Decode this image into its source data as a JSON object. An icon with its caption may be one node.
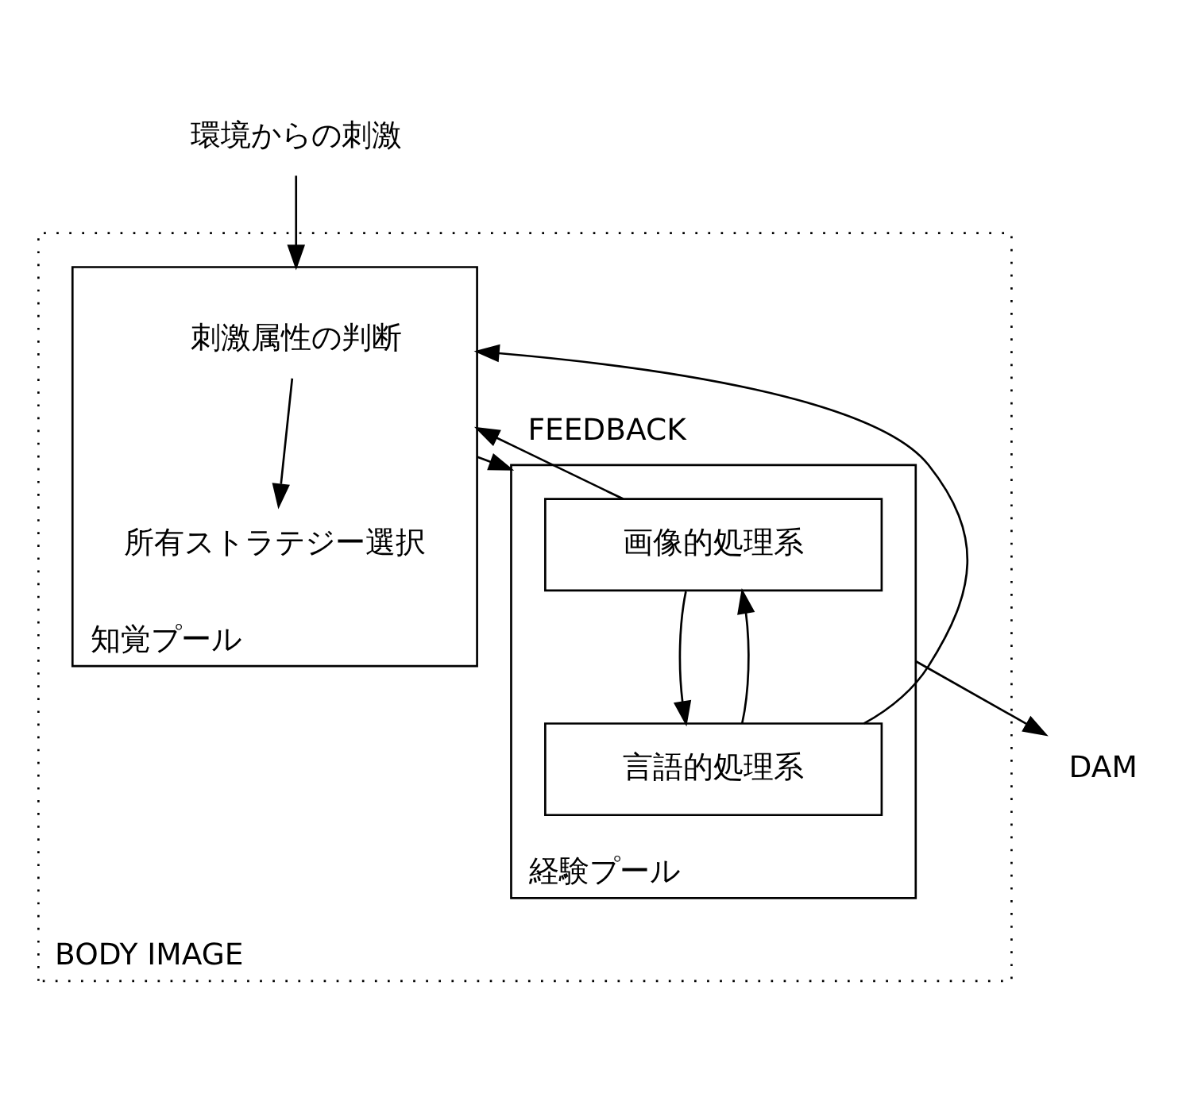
{
  "diagram": {
    "nodes": [
      {
        "text": [
          "環境からの刺激"
        ]
      },
      {
        "text": [
          "BODY IMAGE"
        ]
      },
      {
        "text": [
          "知覚プール"
        ],
        "in": 1
      },
      {
        "text": [
          "刺激属性の判断"
        ],
        "in": 2
      },
      {
        "text": [
          "所有ストラテジー選択"
        ],
        "in": 2
      },
      {
        "text": [
          "経験プール"
        ],
        "in": 1
      },
      {
        "text": [
          "画像的処理系"
        ],
        "in": 5
      },
      {
        "text": [
          "言語的処理系"
        ],
        "in": 5
      },
      {
        "text": [
          "DAM"
        ]
      }
    ],
    "edges": [
      {
        "from": 0,
        "to": 2,
        "arrow": "to"
      },
      {
        "from": 3,
        "to": 4,
        "arrow": "to"
      },
      {
        "from": 2,
        "to": 5,
        "arrow": "to"
      },
      {
        "from": 6,
        "to": 7,
        "arrow": "to"
      },
      {
        "from": 7,
        "to": 6,
        "arrow": "to"
      },
      {
        "from": 6,
        "to": 2,
        "arrow": "to",
        "label": "FEEDBACK"
      },
      {
        "from": 7,
        "to": 2,
        "arrow": "to"
      },
      {
        "from": 5,
        "to": 8,
        "arrow": "to"
      }
    ]
  }
}
